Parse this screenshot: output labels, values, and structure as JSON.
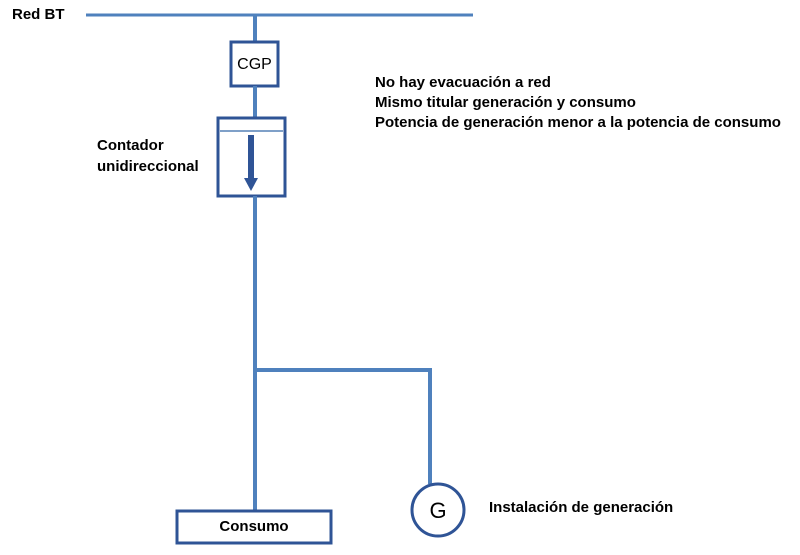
{
  "labels": {
    "grid": "Red BT",
    "protection_box": "CGP",
    "meter": "Contador\nunidireccional",
    "load": "Consumo",
    "generator_symbol": "G",
    "generator": "Instalación de generación"
  },
  "conditions": [
    "No hay evacuación a red",
    "Mismo titular generación y consumo",
    "Potencia de generación menor a la potencia de consumo"
  ],
  "colors": {
    "line": "#4f81bd",
    "box_border": "#2f5496",
    "arrow": "#2f5496"
  }
}
